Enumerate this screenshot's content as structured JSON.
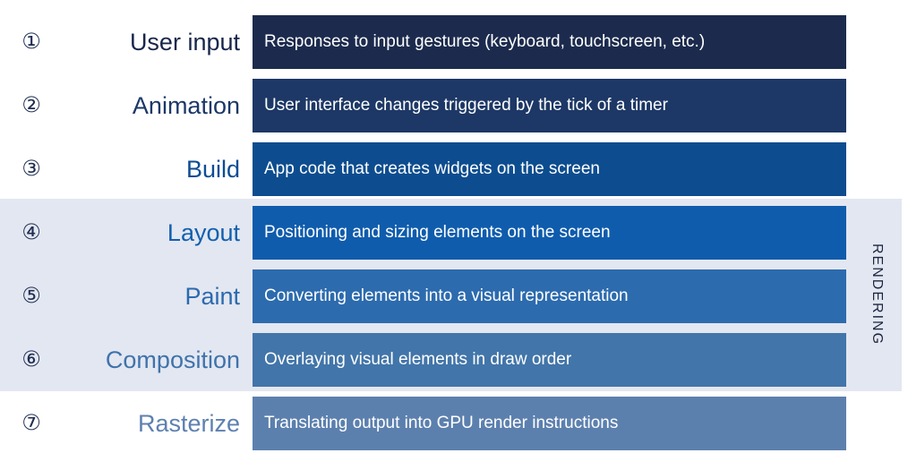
{
  "diagram": {
    "title_semantic": "rendering-pipeline-phases",
    "band": {
      "label": "RENDERING",
      "bg_color": "#e3e7f1",
      "label_color": "#1b2440",
      "covers_steps": [
        4,
        5,
        6
      ]
    },
    "number_color": "#1f2d52",
    "rows": [
      {
        "number": "①",
        "label": "User input",
        "description": "Responses to input gestures (keyboard, touchscreen, etc.)",
        "bar_color": "#1c2b4d",
        "label_color": "#17264b",
        "in_rendering_band": false
      },
      {
        "number": "②",
        "label": "Animation",
        "description": "User interface changes triggered by the tick of a timer",
        "bar_color": "#1d3866",
        "label_color": "#1c3868",
        "in_rendering_band": false
      },
      {
        "number": "③",
        "label": "Build",
        "description": "App code that creates widgets on the screen",
        "bar_color": "#0d4d8f",
        "label_color": "#0d4d93",
        "in_rendering_band": false
      },
      {
        "number": "④",
        "label": "Layout",
        "description": "Positioning and sizing elements on the screen",
        "bar_color": "#0f5cad",
        "label_color": "#1160ae",
        "in_rendering_band": true
      },
      {
        "number": "⑤",
        "label": "Paint",
        "description": "Converting elements into a visual representation",
        "bar_color": "#2c6bae",
        "label_color": "#2b6aae",
        "in_rendering_band": true
      },
      {
        "number": "⑥",
        "label": "Composition",
        "description": "Overlaying visual elements in draw order",
        "bar_color": "#4275a9",
        "label_color": "#3f73ab",
        "in_rendering_band": true
      },
      {
        "number": "⑦",
        "label": "Rasterize",
        "description": "Translating output into GPU render instructions",
        "bar_color": "#5c80ae",
        "label_color": "#5d81b0",
        "in_rendering_band": false
      }
    ]
  }
}
